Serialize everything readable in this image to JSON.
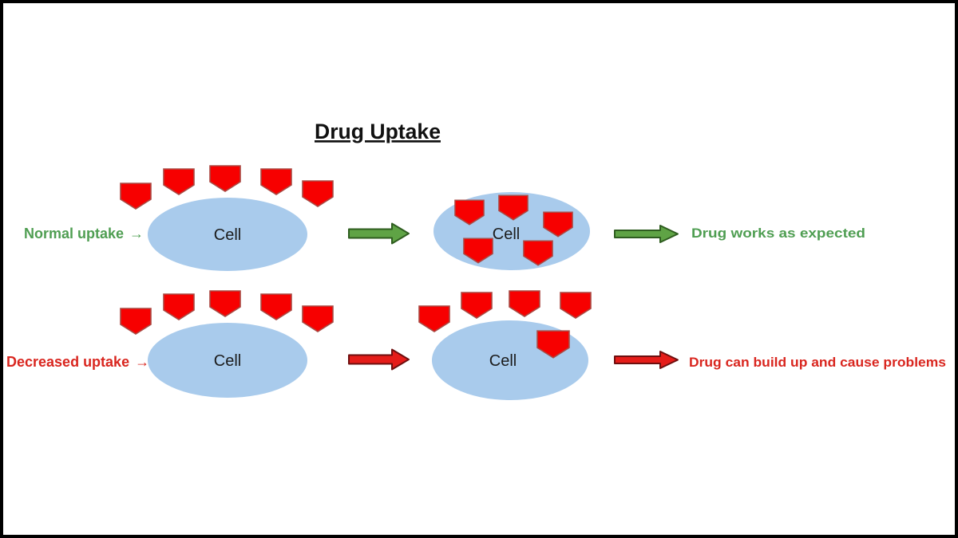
{
  "title": "Drug Uptake",
  "colors": {
    "title_text": "#111111",
    "green_text": "#4f9e52",
    "red_text": "#d9261f",
    "cell_fill": "#a9cbec",
    "cell_text": "#1c1c1c",
    "drug_fill": "#f70000",
    "drug_stroke": "#aa4a44",
    "green_arrow_fill": "#5fa345",
    "green_arrow_stroke": "#2f5d20",
    "red_arrow_fill": "#e51c19",
    "red_arrow_stroke": "#6e0f0f"
  },
  "rows": [
    {
      "label": "Normal uptake",
      "arrow_glyph": "→",
      "cells": [
        {
          "label": "Cell",
          "drugs_outside": 5,
          "drugs_inside": 0
        },
        {
          "label": "Cell",
          "drugs_outside": 0,
          "drugs_inside": 5
        }
      ],
      "outcome": "Drug works as expected"
    },
    {
      "label": "Decreased uptake",
      "arrow_glyph": "→",
      "cells": [
        {
          "label": "Cell",
          "drugs_outside": 5,
          "drugs_inside": 0
        },
        {
          "label": "Cell",
          "drugs_outside": 4,
          "drugs_entering": 1
        }
      ],
      "outcome": "Drug can build up and cause problems"
    }
  ]
}
